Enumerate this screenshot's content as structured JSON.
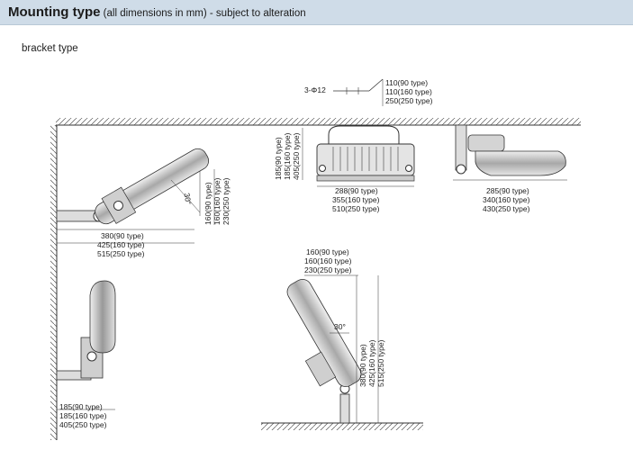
{
  "header": {
    "title_bold": "Mounting type",
    "title_rest": " (all dimensions in mm) - subject to alteration"
  },
  "subtitle": "bracket type",
  "hole_label": "3-Φ12",
  "top_bracket_dims": [
    "110(90 type)",
    "110(160 type)",
    "250(250 type)"
  ],
  "left_fixture": {
    "height_dims": [
      "160(90 type)",
      "160(160 type)",
      "230(250 type)"
    ],
    "width_dims": [
      "380(90 type)",
      "425(160 type)",
      "515(250 type)"
    ],
    "angle": "30°"
  },
  "front_view": {
    "height_dims": [
      "185(90 type)",
      "185(160 type)",
      "405(250 type)"
    ],
    "width_dims": [
      "288(90 type)",
      "355(160 type)",
      "510(250 type)"
    ]
  },
  "side_view": {
    "width_dims": [
      "285(90 type)",
      "340(160 type)",
      "430(250 type)"
    ]
  },
  "wall_mount": {
    "depth_dims": [
      "185(90 type)",
      "185(160 type)",
      "405(250 type)"
    ]
  },
  "floor_mount": {
    "top_dims": [
      "160(90 type)",
      "160(160 type)",
      "230(250 type)"
    ],
    "height_dims": [
      "380(90 type)",
      "425(160 type)",
      "515(250 type)"
    ],
    "angle": "30°"
  }
}
